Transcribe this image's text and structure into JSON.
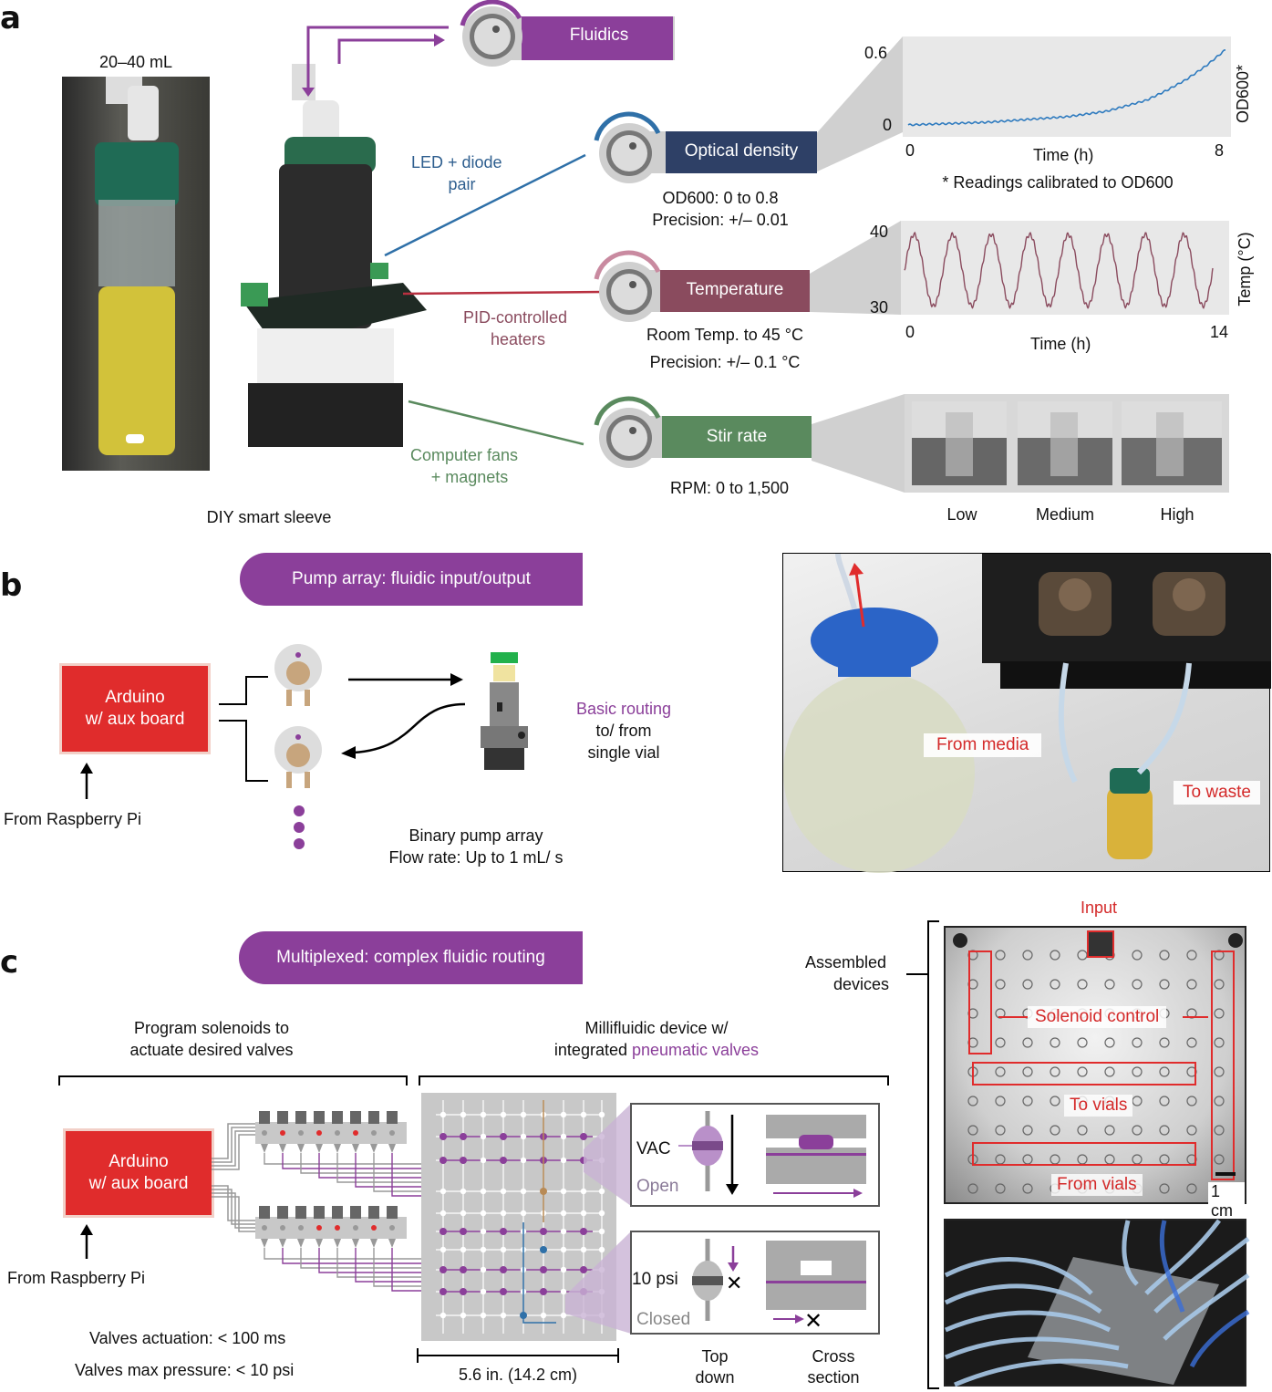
{
  "panel_a": {
    "letter": "a",
    "vial_volume": "20–40 mL",
    "sleeve_caption": "DIY smart sleeve",
    "fluidics_label": "Fluidics",
    "led_label_line1": "LED + diode",
    "led_label_line2": "pair",
    "heater_label_line1": "PID-controlled",
    "heater_label_line2": "heaters",
    "fan_label_line1": "Computer fans",
    "fan_label_line2": "+ magnets",
    "od": {
      "label": "Optical density",
      "spec1": "OD600: 0 to 0.8",
      "spec2": "Precision: +/– 0.01",
      "footnote": "* Readings calibrated to OD600"
    },
    "temp": {
      "label": "Temperature",
      "spec1": "Room Temp. to 45 °C",
      "spec2": "Precision: +/– 0.1 °C"
    },
    "stir": {
      "label": "Stir rate",
      "spec1": "RPM: 0 to 1,500",
      "levels": [
        "Low",
        "Medium",
        "High"
      ]
    },
    "colors": {
      "fluidics": "#8b3f9a",
      "od": "#2e4066",
      "temp": "#8a4b5e",
      "stir": "#5a8a5e"
    }
  },
  "chart_data": [
    {
      "type": "line",
      "title": "",
      "xlabel": "Time (h)",
      "ylabel": "OD600*",
      "xlim": [
        0,
        8
      ],
      "ylim": [
        0,
        0.6
      ],
      "x_ticks": [
        "0",
        "8"
      ],
      "y_ticks": [
        "0.6",
        "0"
      ],
      "series": [
        {
          "x": [
            0,
            1,
            2,
            3,
            4,
            5,
            6,
            6.5,
            7,
            7.5,
            8
          ],
          "values": [
            0.02,
            0.03,
            0.04,
            0.06,
            0.08,
            0.12,
            0.2,
            0.27,
            0.35,
            0.45,
            0.57
          ],
          "color": "#2f7bbf"
        }
      ]
    },
    {
      "type": "line",
      "title": "",
      "xlabel": "Time (h)",
      "ylabel": "Temp (°C)",
      "xlim": [
        0,
        14
      ],
      "ylim": [
        30,
        40
      ],
      "x_ticks": [
        "0",
        "14"
      ],
      "y_ticks": [
        "40",
        "30"
      ],
      "series": [
        {
          "period_h": 1.75,
          "min": 30.5,
          "max": 39.0,
          "color": "#8a4b5e"
        }
      ]
    }
  ],
  "panel_b": {
    "letter": "b",
    "title": "Pump array: fluidic input/output",
    "arduino_line1": "Arduino",
    "arduino_line2": "w/ aux board",
    "from_pi": "From Raspberry Pi",
    "routing_line1": "Basic routing",
    "routing_line2": "to/ from",
    "routing_line3": "single vial",
    "pump_line1": "Binary pump array",
    "pump_line2": "Flow rate: Up to 1 mL/ s",
    "photo_from_media": "From media",
    "photo_to_waste": "To waste"
  },
  "panel_c": {
    "letter": "c",
    "title": "Multiplexed: complex fluidic routing",
    "program_line1": "Program solenoids to",
    "program_line2": "actuate desired valves",
    "milli_line1": "Millifluidic device w/",
    "milli_line2_a": "integrated ",
    "milli_line2_b": "pneumatic valves",
    "arduino_line1": "Arduino",
    "arduino_line2": "w/ aux board",
    "from_pi": "From Raspberry Pi",
    "actuation": "Valves actuation: < 100 ms",
    "pressure": "Valves max pressure: < 10 psi",
    "dimension": "5.6 in. (14.2 cm)",
    "vac": "VAC",
    "open": "Open",
    "psi": "10 psi",
    "closed": "Closed",
    "top_down_line1": "Top",
    "top_down_line2": "down",
    "cross_line1": "Cross",
    "cross_line2": "section",
    "assembled_line1": "Assembled",
    "assembled_line2": "devices",
    "photo_input": "Input",
    "photo_solenoid": "Solenoid control",
    "photo_to_vials": "To vials",
    "photo_from_vials": "From vials",
    "scale": "1 cm"
  }
}
